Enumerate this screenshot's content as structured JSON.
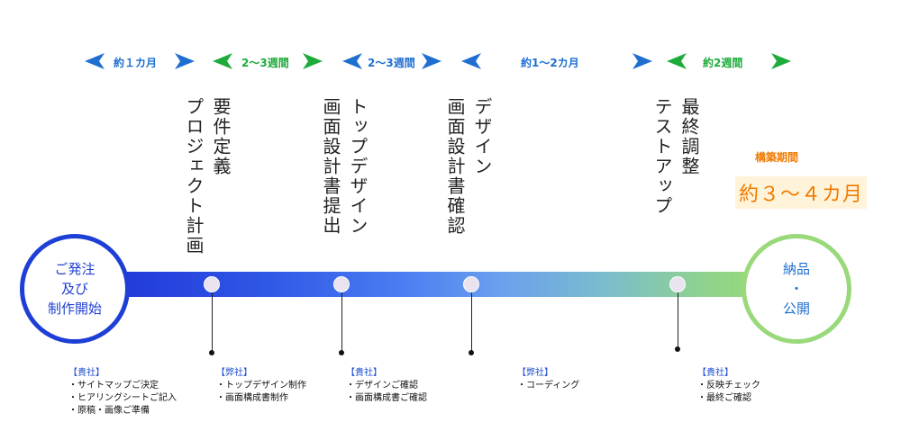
{
  "colors": {
    "blue": "#1f6fd0",
    "green": "#1faa3c",
    "orange": "#f07a00",
    "start_ring": "#1e3fd6",
    "end_ring": "#9ad97a"
  },
  "durations": [
    "約１カ月",
    "2～3週間",
    "2～3週間",
    "約1～2カ月",
    "約2週間"
  ],
  "phases": [
    {
      "col1": "要件定義",
      "col2": "プロジェクト計画"
    },
    {
      "col1": "トップデザイン",
      "col2": "画面設計書提出"
    },
    {
      "col1": "デザイン",
      "col2": "画面設計書確認"
    },
    {
      "col1": "最終調整",
      "col2": "テストアップ"
    }
  ],
  "start_circle": "ご発注\n及び\n制作開始",
  "end_circle": "納品\n・\n公開",
  "build_period": {
    "label": "構築期間",
    "value": "約３～４カ月"
  },
  "notes": [
    {
      "who": "【貴社】",
      "items": [
        "・サイトマップご決定",
        "・ヒアリングシートご記入",
        "・原稿・画像ご準備"
      ]
    },
    {
      "who": "【弊社】",
      "items": [
        "・トップデザイン制作",
        "・画面構成書制作"
      ]
    },
    {
      "who": "【貴社】",
      "items": [
        "・デザインご確認",
        "・画面構成書ご確認"
      ]
    },
    {
      "who": "【弊社】",
      "items": [
        "・コーディング"
      ]
    },
    {
      "who": "【貴社】",
      "items": [
        "・反映チェック",
        "・最終ご確認"
      ]
    }
  ]
}
